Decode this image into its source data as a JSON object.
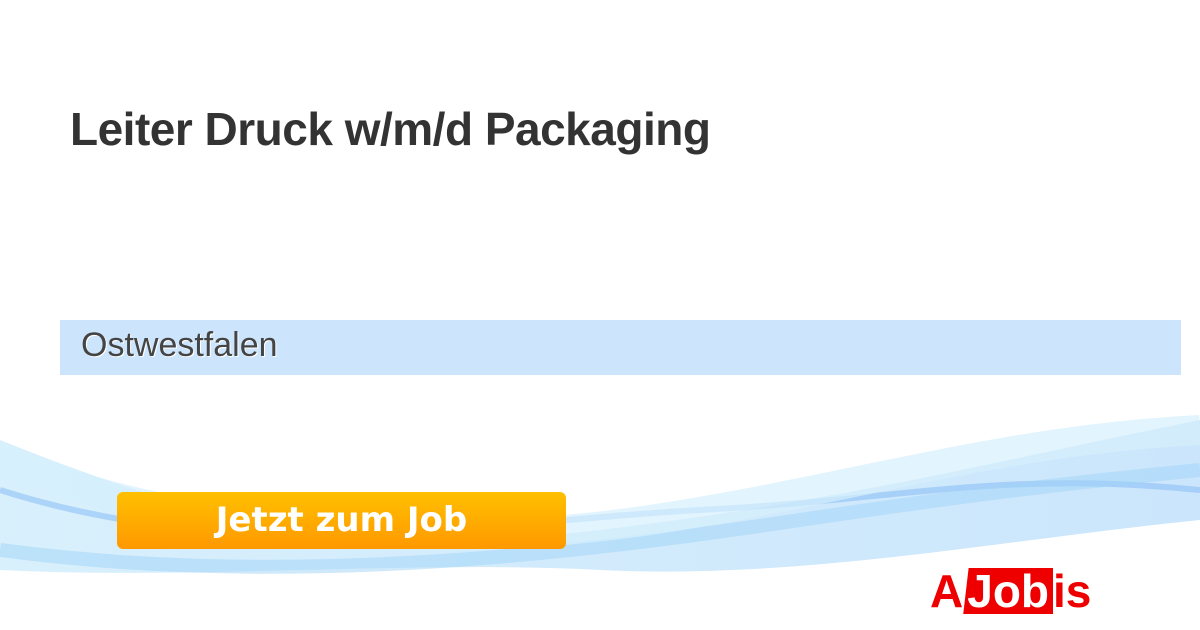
{
  "title": "Leiter Druck w/m/d Packaging",
  "location": "Ostwestfalen",
  "cta_label": "Jetzt zum Job",
  "logo": {
    "part1": "A",
    "part2": "Job",
    "part3": "is"
  },
  "colors": {
    "accent": "#ff9800",
    "logo": "#e00000",
    "location_bg": "#cce5fc"
  }
}
